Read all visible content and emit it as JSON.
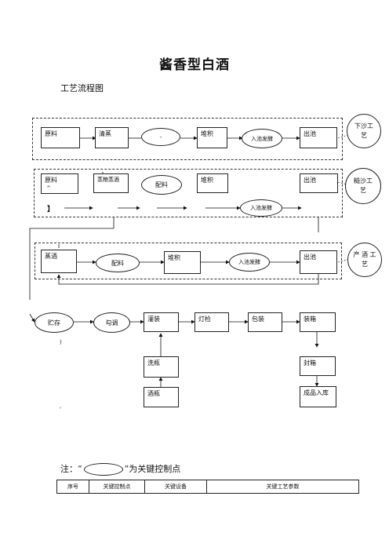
{
  "title": "酱香型白酒",
  "subtitle": "工艺流程图",
  "row1": {
    "raw": "原料",
    "steam": "清蒸",
    "small_oval": "-",
    "pile": "堆积",
    "ferment": "入池发酵",
    "out": "出池",
    "side": "下沙工艺"
  },
  "row2": {
    "raw": "原料",
    "raw_mark": "^",
    "steam": "蒸粮蒸酒",
    "mix": "配料",
    "pile": "堆积",
    "out": "出池",
    "ferment": "入池发酵",
    "bracket": "】",
    "side": "糙沙工艺"
  },
  "row3": {
    "steam": "蒸酒",
    "mix": "配料",
    "pile": "堆积",
    "ferment": "入池发酵",
    "out": "出池",
    "side": "产 酒 工艺"
  },
  "row4": {
    "store": "贮存",
    "blend": "勾调",
    "fill": "灌装",
    "inspect": "灯检",
    "pack": "包装",
    "case": "装箱",
    "mark1": ")",
    "mark2": "'"
  },
  "row5": {
    "wash": "洗瓶",
    "seal": "封箱"
  },
  "row6": {
    "bottle": "酒瓶",
    "warehouse": "成品入库"
  },
  "note": {
    "prefix": "注：“",
    "suffix": "”为关键控制点"
  },
  "table": {
    "headers": [
      "序号",
      "关键控制点",
      "关键设备",
      "关键工艺参数"
    ]
  }
}
